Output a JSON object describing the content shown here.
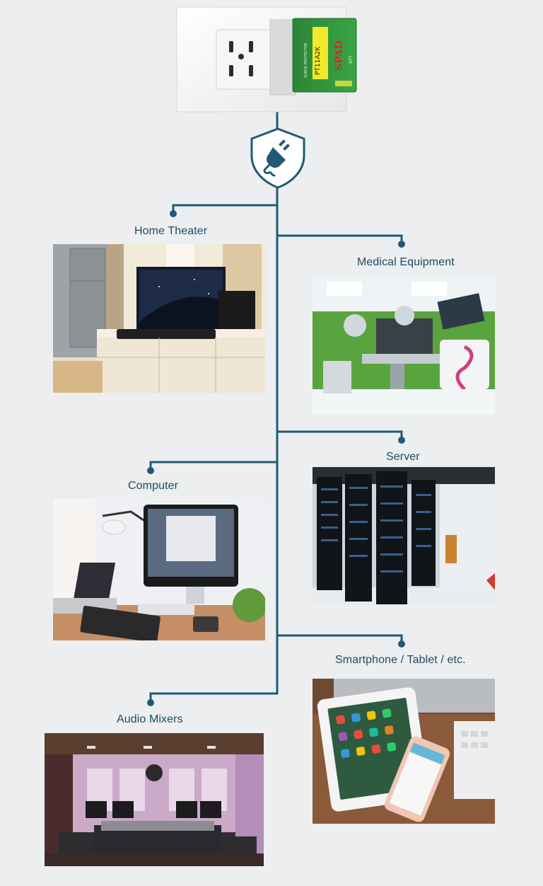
{
  "product": {
    "brand": "SPAD",
    "subtitle": "SURGE PROTECTOR",
    "model": "PT11A2K",
    "side_mark": "NTT"
  },
  "colors": {
    "line": "#1f5a75",
    "label": "#1f4a61",
    "plug_green": "#2f8f3a",
    "background": "#eceef0"
  },
  "devices": [
    {
      "label": "Home Theater"
    },
    {
      "label": "Medical Equipment"
    },
    {
      "label": "Computer"
    },
    {
      "label": "Server"
    },
    {
      "label": "Smartphone / Tablet / etc."
    },
    {
      "label": "Audio Mixers"
    }
  ],
  "icons": {
    "protection": "shield-plug-icon"
  }
}
